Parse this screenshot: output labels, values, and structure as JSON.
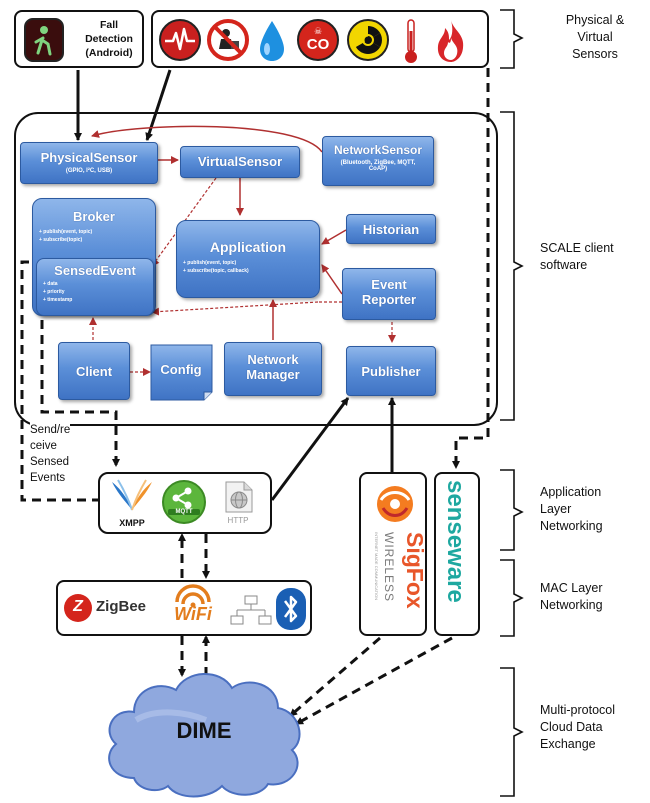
{
  "fall_detection": {
    "line1": "Fall",
    "line2": "Detection",
    "line3": "(Android)"
  },
  "sensor_icons": [
    "heartbeat-icon",
    "no-intruder-icon",
    "water-drop-icon",
    "co-gas-icon",
    "radiation-icon",
    "thermometer-icon",
    "fire-icon"
  ],
  "co_icon_text": "CO",
  "client": {
    "physical_sensor": {
      "title": "PhysicalSensor",
      "sub": "(GPIO, I²C, USB)"
    },
    "virtual_sensor": {
      "title": "VirtualSensor"
    },
    "network_sensor": {
      "title": "NetworkSensor",
      "sub1": "(Bluetooth, ZigBee, MQTT,",
      "sub2": "CoAP)"
    },
    "broker": {
      "title": "Broker",
      "m1": "+ publish(event, topic)",
      "m2": "+ subscribe(topic)"
    },
    "sensed_event": {
      "title": "SensedEvent",
      "f1": "+ data",
      "f2": "+ priority",
      "f3": "+ timestamp"
    },
    "application": {
      "title": "Application",
      "m1": "+ publish(event, topic)",
      "m2": "+ subscribe(topic, callback)"
    },
    "historian": {
      "title": "Historian"
    },
    "event_reporter": {
      "line1": "Event",
      "line2": "Reporter"
    },
    "client_box": {
      "title": "Client"
    },
    "config": {
      "title": "Config"
    },
    "network_manager": {
      "line1": "Network",
      "line2": "Manager"
    },
    "publisher": {
      "title": "Publisher"
    }
  },
  "send_receive": {
    "line1": "Send/re",
    "line2": "ceive",
    "line3": "Sensed",
    "line4": "Events"
  },
  "protocols": {
    "xmpp": "XMPP",
    "mqtt": "MQTT",
    "http": "HTTP"
  },
  "mac": {
    "zigbee": "ZigBee",
    "wifi": "WiFi"
  },
  "sigfox": {
    "name": "SigFox",
    "sub": "WIRELESS",
    "tagline": "INTERNET MADE COMMUNICATION"
  },
  "senseware": {
    "name": "senseware"
  },
  "cloud": {
    "label": "DIME"
  },
  "right_labels": {
    "sensors": {
      "line1": "Physical &",
      "line2": "Virtual",
      "line3": "Sensors"
    },
    "scale": {
      "line1": "SCALE client",
      "line2": "software"
    },
    "app_layer": {
      "line1": "Application",
      "line2": "Layer",
      "line3": "Networking"
    },
    "mac_layer": {
      "line1": "MAC Layer",
      "line2": "Networking"
    },
    "cloud": {
      "line1": "Multi-protocol",
      "line2": "Cloud  Data",
      "line3": "Exchange"
    }
  },
  "colors": {
    "box_blue": "#4a7fcf",
    "arrow_red": "#b03030",
    "connector_black": "#111111"
  }
}
